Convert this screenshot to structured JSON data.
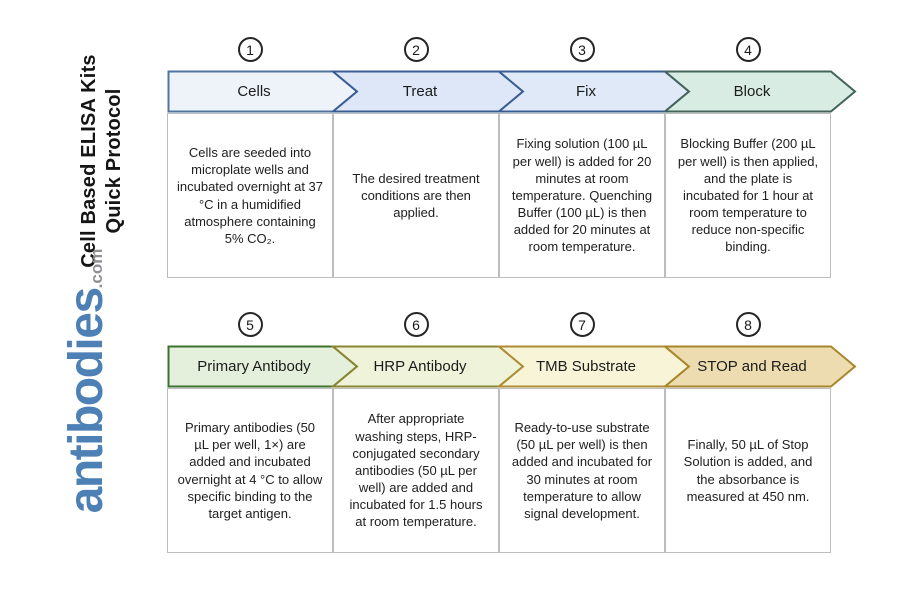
{
  "branding": {
    "title_line1": "Cell Based ELISA Kits",
    "title_line2": "Quick Protocol",
    "logo_text": "antibodies",
    "logo_suffix": ".com",
    "logo_color": "#4d80b4",
    "logo_suffix_color": "#8f9094"
  },
  "steps": [
    {
      "number": "1",
      "label": "Cells",
      "fill": "#eef3fa",
      "stroke": "#51749e",
      "description": "Cells are seeded into microplate wells and incubated overnight at 37 °C in a humidified atmosphere containing 5% CO₂."
    },
    {
      "number": "2",
      "label": "Treat",
      "fill": "#dde7f8",
      "stroke": "#3a5e92",
      "description": "The desired treatment conditions are then applied."
    },
    {
      "number": "3",
      "label": "Fix",
      "fill": "#dfe9f8",
      "stroke": "#3a5e92",
      "description": "Fixing solution (100 µL per well) is added for 20 minutes at room temperature. Quenching Buffer (100 µL) is then added for 20 minutes at room temperature."
    },
    {
      "number": "4",
      "label": "Block",
      "fill": "#d8ece4",
      "stroke": "#42645a",
      "description": "Blocking Buffer (200 µL per well) is then applied, and the plate is incubated for 1 hour at room temperature to reduce non-specific binding."
    },
    {
      "number": "5",
      "label": "Primary Antibody",
      "fill": "#e4f0dc",
      "stroke": "#3e7030",
      "description": "Primary antibodies (50 µL per well, 1×) are added and incubated overnight at 4 °C to allow specific binding to the target antigen."
    },
    {
      "number": "6",
      "label": "HRP Antibody",
      "fill": "#eef3da",
      "stroke": "#8a8530",
      "description": "After appropriate washing steps, HRP-conjugated secondary antibodies (50 µL per well) are added and incubated for 1.5 hours at room temperature."
    },
    {
      "number": "7",
      "label": "TMB Substrate",
      "fill": "#f8f4d7",
      "stroke": "#ad8c33",
      "description": "Ready-to-use substrate (50 µL per well) is then added and incubated for 30 minutes at room temperature to allow signal development."
    },
    {
      "number": "8",
      "label": "STOP and Read",
      "fill": "#eddcb0",
      "stroke": "#a8862c",
      "description": "Finally, 50 µL of Stop Solution is added, and the absorbance is measured at 450 nm."
    }
  ]
}
